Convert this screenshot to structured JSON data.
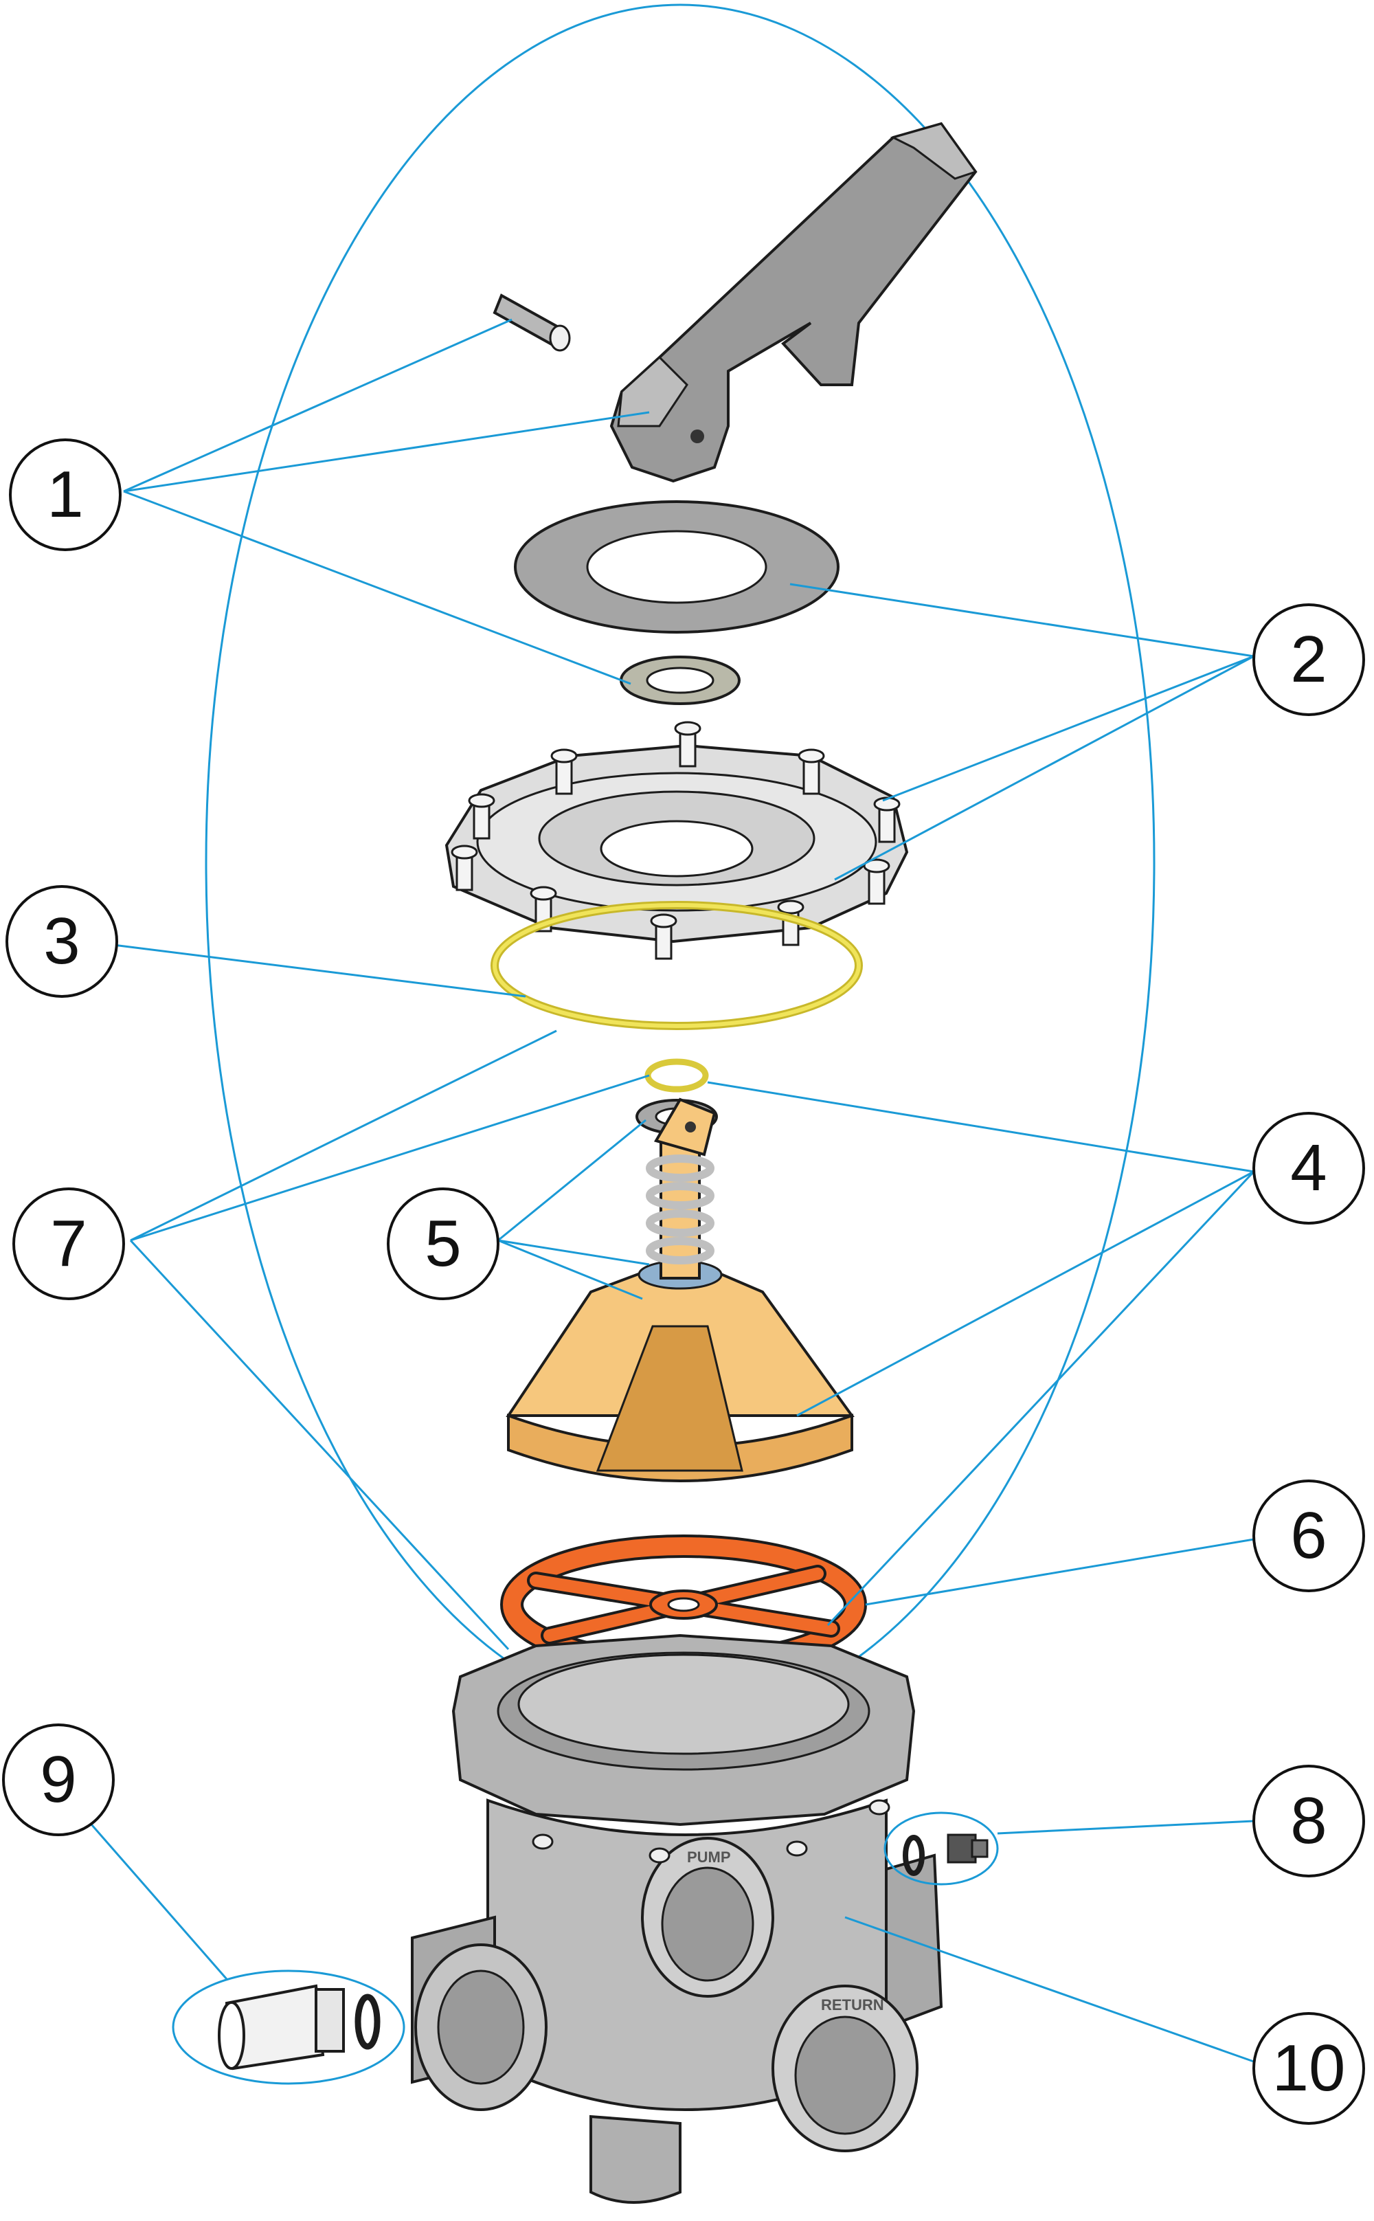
{
  "colors": {
    "leader": "#1a9ad6",
    "grey_dark": "#7f7f7f",
    "grey_mid": "#a9a9a9",
    "grey_light": "#d4d4d4",
    "sand": "#f6c77d",
    "sand_dark": "#d79a45",
    "orange": "#f06a28",
    "yellow_oring": "#e8dc3c",
    "outline": "#1c1c1c"
  },
  "callouts": [
    "1",
    "2",
    "3",
    "4",
    "5",
    "6",
    "7",
    "8",
    "9",
    "10"
  ],
  "port_labels": {
    "pump": "PUMP",
    "return": "RETURN"
  }
}
